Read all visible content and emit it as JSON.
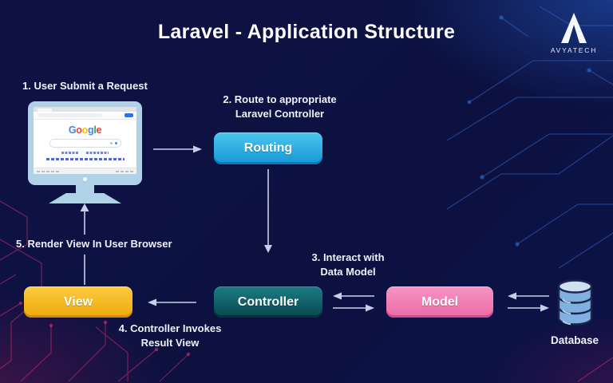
{
  "title": "Laravel - Application Structure",
  "logo": {
    "brand": "AVYATECH"
  },
  "labels": {
    "step1": "1. User Submit a Request",
    "step2": [
      "2. Route to appropriate",
      "Laravel Controller"
    ],
    "step3": [
      "3. Interact with",
      "Data Model"
    ],
    "step4": [
      "4. Controller Invokes",
      "Result View"
    ],
    "step5": "5. Render View In User Browser"
  },
  "nodes": {
    "routing": "Routing",
    "controller": "Controller",
    "model": "Model",
    "view": "View",
    "database": "Database"
  },
  "browser": {
    "logo_letters": [
      {
        "ch": "G",
        "style": "color:#4285F4"
      },
      {
        "ch": "o",
        "style": "color:#EA4335"
      },
      {
        "ch": "o",
        "style": "color:#FBBC05"
      },
      {
        "ch": "g",
        "style": "color:#4285F4"
      },
      {
        "ch": "l",
        "style": "color:#34A853"
      },
      {
        "ch": "e",
        "style": "color:#EA4335"
      }
    ]
  },
  "colors": {
    "background": "#0d1140",
    "routing": "#2fb5e4",
    "controller": "#136570",
    "model": "#ee7cb3",
    "view": "#f5ba22",
    "database_fill": "#7fb0e0",
    "arrow": "#c9cfe8",
    "circuit_blue": "#2e62c0",
    "circuit_red": "#dd2f6d",
    "monitor_frame": "#b0d2e7"
  }
}
